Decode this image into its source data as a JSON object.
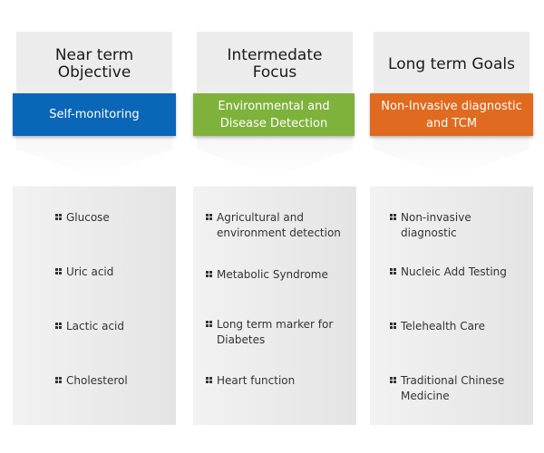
{
  "colors": {
    "blue": "#0a66b7",
    "green": "#7fb23b",
    "orange": "#e06a1f"
  },
  "columns": [
    {
      "title": "Near term Objective",
      "box_label": "Self-monitoring",
      "box_color": "#0a66b7",
      "items": [
        "Glucose",
        "Uric acid",
        "Lactic acid",
        "Cholesterol"
      ]
    },
    {
      "title": "Intermedate Focus",
      "box_label": "Environmental and Disease Detection",
      "box_color": "#7fb23b",
      "items": [
        "Agricultural and environment detection",
        "Metabolic Syndrome",
        "Long term marker for Diabetes",
        "Heart function"
      ]
    },
    {
      "title": "Long term Goals",
      "box_label": "Non-Invasive diagnostic and TCM",
      "box_color": "#e06a1f",
      "items": [
        "Non-invasive diagnostic",
        "Nucleic Add Testing",
        "Telehealth Care",
        "Traditional Chinese Medicine"
      ]
    }
  ]
}
